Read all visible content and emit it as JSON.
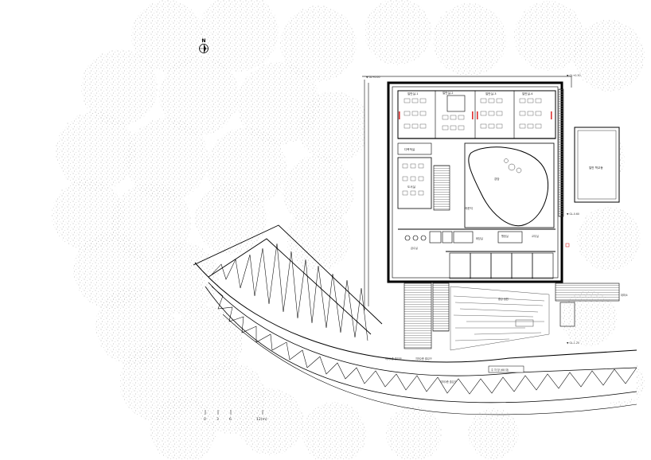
{
  "north": {
    "label": "N"
  },
  "rooms": {
    "classroom_1": "일반실-1",
    "classroom_2": "일반실-2",
    "classroom_3": "일반실-3",
    "classroom_4": "일반실-4",
    "storage": "다목적실",
    "library": "도서실",
    "hall": "강당",
    "lounge": "라운지",
    "toilet": "화장실",
    "office": "행정실",
    "teacher": "교무실",
    "water": "급수실",
    "east_building": "일반 학교동",
    "shelter": "대피소",
    "garden": "중앙 정원"
  },
  "callouts": {
    "c1": "지하1층 출입구",
    "c2": "지하2층 출입구",
    "c3": "지하3층 출입구",
    "c4": "주 차 장 (68 대)"
  },
  "level_marks": {
    "m1": "▼ GL+0.00",
    "m2": "▼ GL+0.30",
    "m3": "▼ GL-0.60",
    "m4": "▼ GL-1.20"
  },
  "scale_bar": {
    "ticks": [
      "0",
      "3",
      "6",
      "12(m)"
    ]
  }
}
